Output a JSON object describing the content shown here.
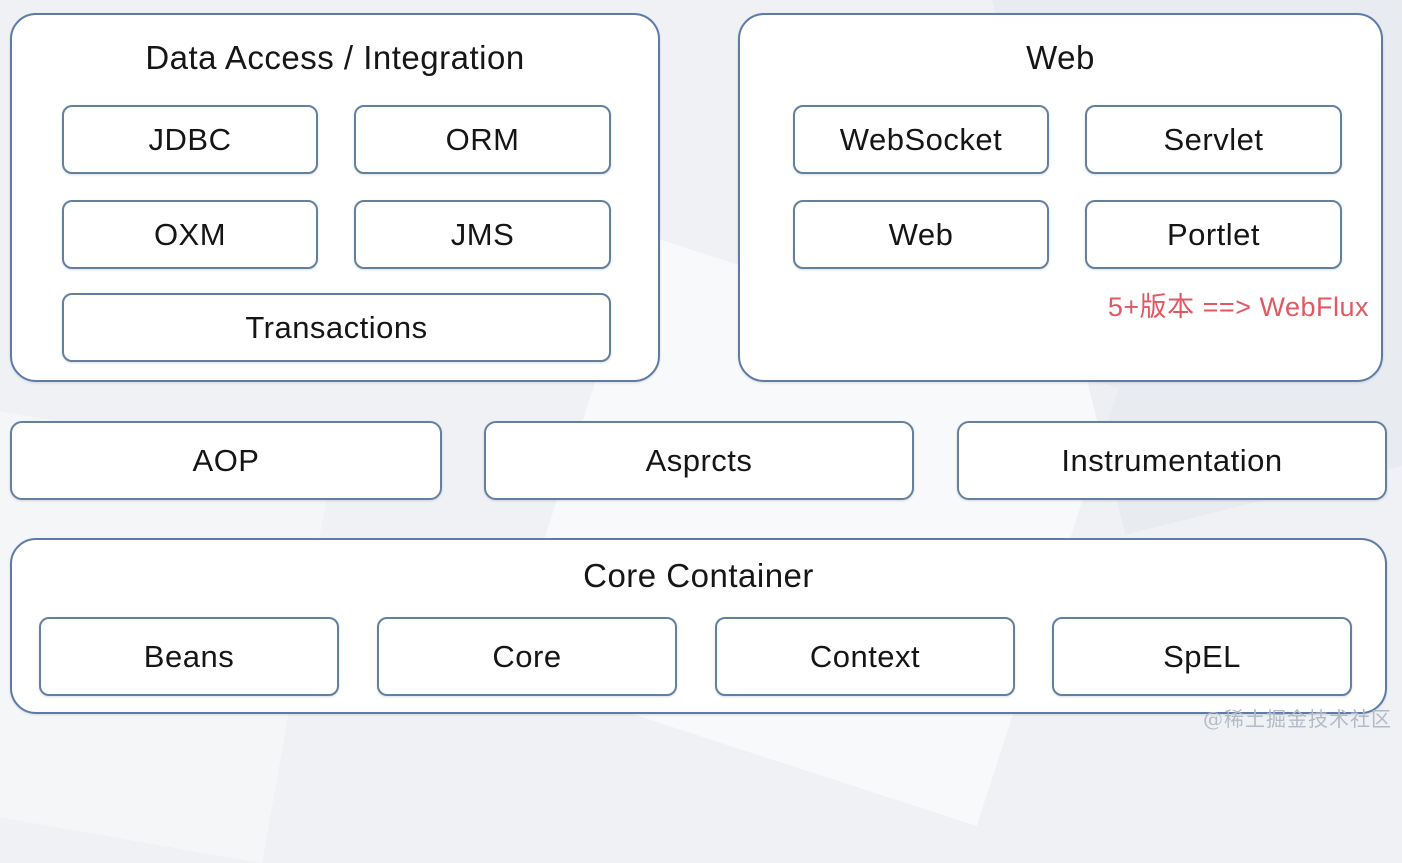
{
  "colors": {
    "panel_border": "#5c7ba6",
    "box_border": "#63809f",
    "background": "#eff1f4",
    "box_background": "#ffffff",
    "text": "#1a1a1a",
    "annotation_red": "#e25862",
    "watermark_gray": "#b3bac6"
  },
  "sections": {
    "data_access": {
      "title": "Data Access / Integration",
      "boxes": [
        "JDBC",
        "ORM",
        "OXM",
        "JMS",
        "Transactions"
      ]
    },
    "web": {
      "title": "Web",
      "boxes": [
        "WebSocket",
        "Servlet",
        "Web",
        "Portlet"
      ],
      "annotation": "5+版本 ==> WebFlux"
    },
    "middle_row": {
      "boxes": [
        "AOP",
        "Asprcts",
        "Instrumentation"
      ]
    },
    "core_container": {
      "title": "Core Container",
      "boxes": [
        "Beans",
        "Core",
        "Context",
        "SpEL"
      ]
    }
  },
  "watermark": "@稀土掘金技术社区"
}
